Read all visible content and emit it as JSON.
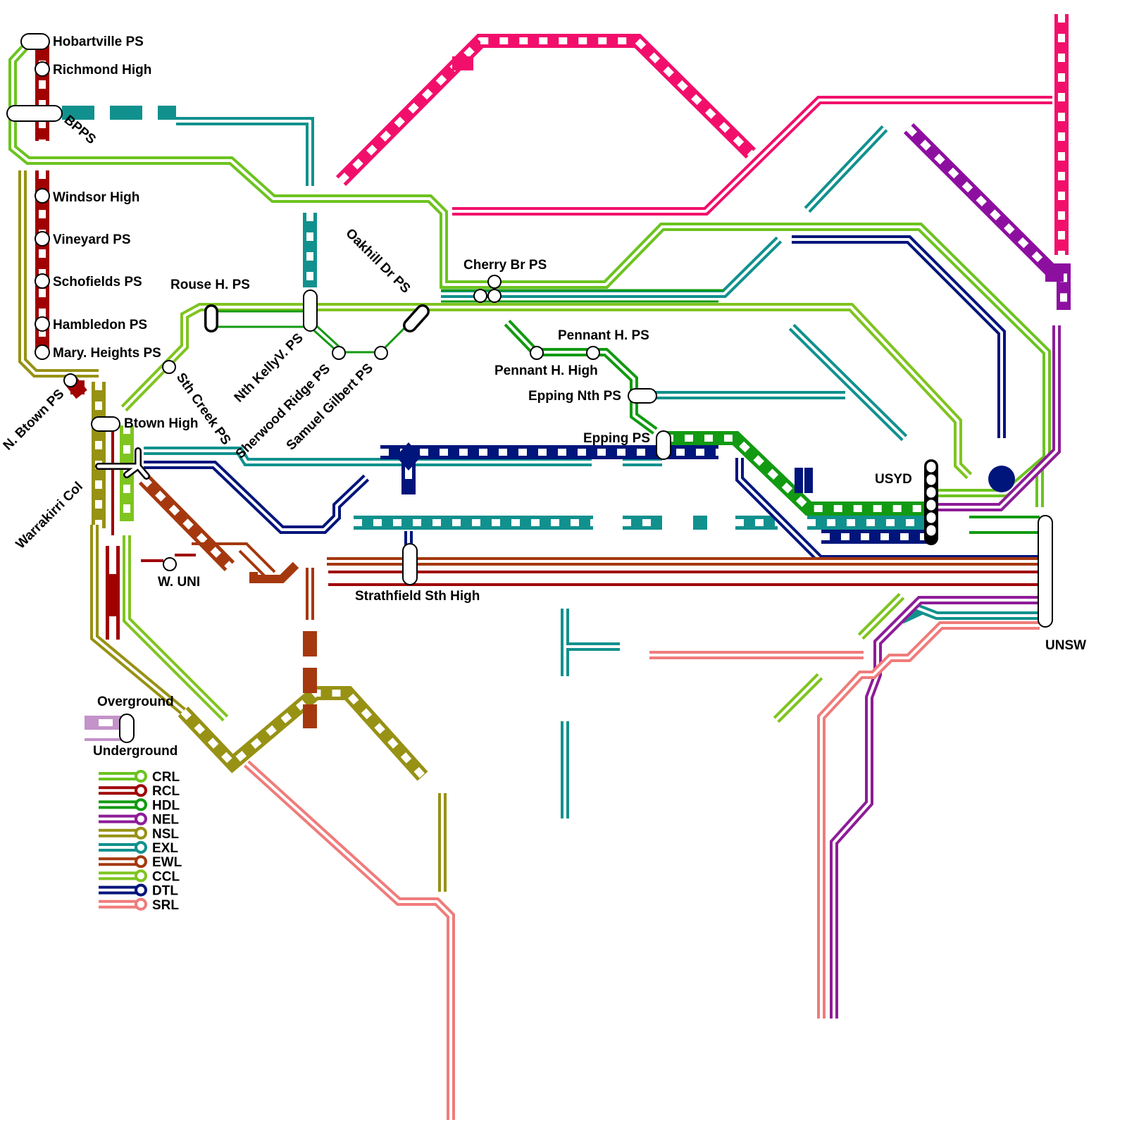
{
  "colors": {
    "CRL": "#6cc31f",
    "RCL": "#a00000",
    "HDL": "#129a12",
    "NEL": "#8d1c98",
    "NSL": "#979114",
    "EXL": "#11918e",
    "EWL": "#a5380e",
    "CCL": "#7fc41f",
    "DTL": "#00157b",
    "SRL": "#ef7c7b",
    "MAG": "#f20f6b",
    "PUR": "#8d0fa0",
    "LEGEND_OVER": "#c393c9"
  },
  "stations": {
    "hobartville": "Hobartville PS",
    "richmond": "Richmond High",
    "bpps": "BPPS",
    "windsor": "Windsor High",
    "vineyard": "Vineyard PS",
    "schofields": "Schofields PS",
    "hambledon": "Hambledon PS",
    "mary_heights": "Mary. Heights PS",
    "n_btown": "N. Btown PS",
    "btown_high": "Btown High",
    "warrakirri": "Warrakirri Col",
    "sth_creek": "Sth Creek PS",
    "rouse_hill": "Rouse H. PS",
    "nth_kellyville": "Nth KellyV. PS",
    "sherwood_ridge": "Sherwood Ridge PS",
    "samuel_gilbert": "Samuel Gilbert PS",
    "oakhill": "Oakhill Dr PS",
    "cherry_brook": "Cherry Br PS",
    "pennant_hills_ps": "Pennant H. PS",
    "pennant_hills_high": "Pennant H. High",
    "epping_nth": "Epping Nth PS",
    "epping": "Epping PS",
    "w_uni": "W. UNI",
    "strathfield": "Strathfield Sth High",
    "usyd": "USYD",
    "unsw": "UNSW"
  },
  "legend": {
    "overground": "Overground",
    "underground": "Underground",
    "lines": [
      {
        "code": "CRL",
        "color": "#6cc31f"
      },
      {
        "code": "RCL",
        "color": "#a00000"
      },
      {
        "code": "HDL",
        "color": "#129a12"
      },
      {
        "code": "NEL",
        "color": "#8d1c98"
      },
      {
        "code": "NSL",
        "color": "#979114"
      },
      {
        "code": "EXL",
        "color": "#11918e"
      },
      {
        "code": "EWL",
        "color": "#a5380e"
      },
      {
        "code": "CCL",
        "color": "#7fc41f"
      },
      {
        "code": "DTL",
        "color": "#00157b"
      },
      {
        "code": "SRL",
        "color": "#ef7c7b"
      }
    ]
  }
}
